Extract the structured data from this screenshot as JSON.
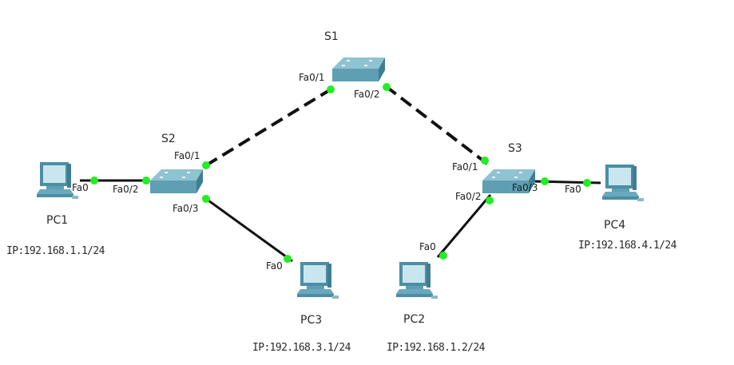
{
  "colors": {
    "link": "#111111",
    "port_up": "#22ee22",
    "device_body": "#5f9fb3",
    "device_top": "#8fc3d2",
    "device_dark": "#3f7e92",
    "screen": "#c9e6ef"
  },
  "switches": [
    {
      "id": "S1",
      "name": "S1",
      "icon": "switch-icon"
    },
    {
      "id": "S2",
      "name": "S2",
      "icon": "switch-icon"
    },
    {
      "id": "S3",
      "name": "S3",
      "icon": "switch-icon"
    }
  ],
  "pcs": [
    {
      "id": "PC1",
      "name": "PC1",
      "ip": "IP:192.168.1.1/24",
      "icon": "pc-icon"
    },
    {
      "id": "PC2",
      "name": "PC2",
      "ip": "IP:192.168.1.2/24",
      "icon": "pc-icon"
    },
    {
      "id": "PC3",
      "name": "PC3",
      "ip": "IP:192.168.3.1/24",
      "icon": "pc-icon"
    },
    {
      "id": "PC4",
      "name": "PC4",
      "ip": "IP:192.168.4.1/24",
      "icon": "pc-icon"
    }
  ],
  "links": [
    {
      "from": "S2",
      "from_port": "Fa0/1",
      "to": "S1",
      "to_port": "Fa0/1",
      "style": "dashed"
    },
    {
      "from": "S1",
      "from_port": "Fa0/2",
      "to": "S3",
      "to_port": "Fa0/1",
      "style": "dashed"
    },
    {
      "from": "PC1",
      "from_port": "Fa0",
      "to": "S2",
      "to_port": "Fa0/2",
      "style": "solid"
    },
    {
      "from": "S2",
      "from_port": "Fa0/3",
      "to": "PC3",
      "to_port": "Fa0",
      "style": "solid"
    },
    {
      "from": "S3",
      "from_port": "Fa0/2",
      "to": "PC2",
      "to_port": "Fa0",
      "style": "solid"
    },
    {
      "from": "S3",
      "from_port": "Fa0/3",
      "to": "PC4",
      "to_port": "Fa0",
      "style": "solid"
    }
  ]
}
